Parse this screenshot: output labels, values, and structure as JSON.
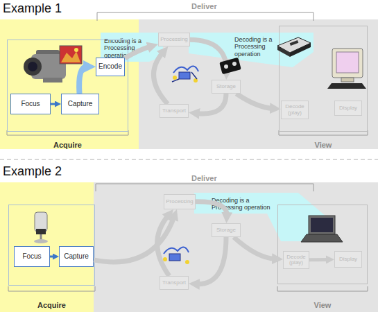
{
  "diagram": {
    "nodes": [
      {
        "text": [
          "Acquire"
        ]
      },
      {
        "text": [
          "Focus"
        ],
        "in": 0
      },
      {
        "text": [
          "Capture"
        ],
        "in": 0
      },
      {
        "text": [
          "Encode"
        ],
        "in": 0
      },
      {
        "text": [
          "Encoding is a Processing operation"
        ]
      },
      {
        "text": [
          "Processing"
        ]
      },
      {
        "text": [
          "Decoding is a Processing operation"
        ]
      },
      {
        "text": [
          "Storage"
        ]
      },
      {
        "text": [
          "Transport"
        ]
      },
      {
        "text": [
          "View"
        ]
      },
      {
        "text": [
          "Decode (play)"
        ],
        "in": 9
      },
      {
        "text": [
          "Display"
        ],
        "in": 9
      },
      {
        "text": [
          "Acquire"
        ]
      },
      {
        "text": [
          "Focus"
        ],
        "in": 12
      },
      {
        "text": [
          "Capture"
        ],
        "in": 12
      },
      {
        "text": [
          "Processing"
        ]
      },
      {
        "text": [
          "Decoding is a Processing operation"
        ]
      },
      {
        "text": [
          "Storage"
        ]
      },
      {
        "text": [
          "Transport"
        ]
      },
      {
        "text": [
          "View"
        ]
      },
      {
        "text": [
          "Decode (play)"
        ],
        "in": 19
      },
      {
        "text": [
          "Display"
        ],
        "in": 19
      }
    ],
    "edges": [
      {
        "from": 1,
        "to": 2,
        "arrow": "to"
      },
      {
        "from": 2,
        "to": 3,
        "arrow": "to"
      },
      {
        "from": 3,
        "to": 5,
        "arrow": "to"
      },
      {
        "from": 5,
        "to": 7,
        "arrow": "to"
      },
      {
        "from": 7,
        "to": 8,
        "arrow": "to"
      },
      {
        "from": 8,
        "to": 5,
        "arrow": "to"
      },
      {
        "from": 7,
        "to": 10,
        "arrow": "to"
      },
      {
        "from": 13,
        "to": 14,
        "arrow": "to"
      },
      {
        "from": 14,
        "to": 15,
        "arrow": "to"
      },
      {
        "from": 15,
        "to": 17,
        "arrow": "to"
      },
      {
        "from": 17,
        "to": 18,
        "arrow": "to"
      },
      {
        "from": 18,
        "to": 15,
        "arrow": "to"
      },
      {
        "from": 17,
        "to": 20,
        "arrow": "to"
      },
      {
        "from": 20,
        "to": 21,
        "arrow": "to"
      }
    ],
    "labels": [
      "Example 1",
      "Deliver",
      "Example 2",
      "Deliver"
    ]
  }
}
